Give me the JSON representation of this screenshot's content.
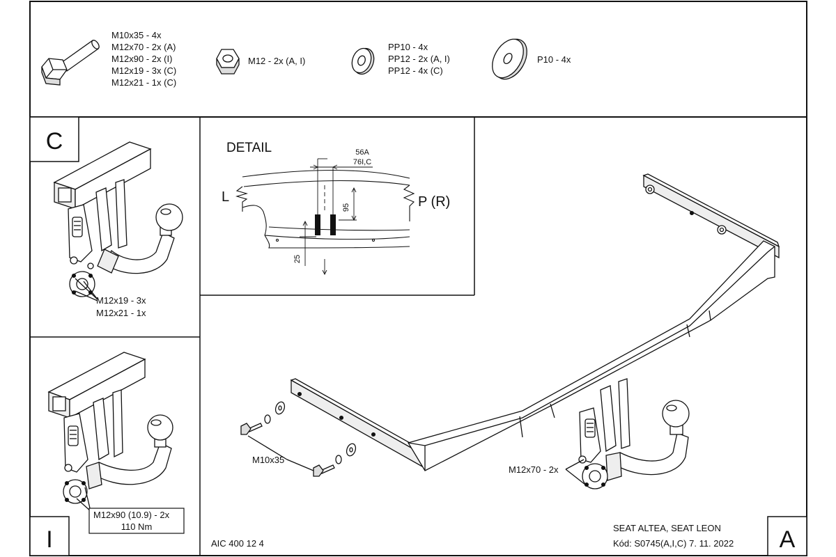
{
  "parts": {
    "bolt": [
      "M10x35 - 4x",
      "M12x70 - 2x (A)",
      "M12x90 - 2x (I)",
      "M12x19 - 3x (C)",
      "M12x21 - 1x (C)"
    ],
    "nut": "M12 - 2x (A, I)",
    "washer_small": [
      "PP10 - 4x",
      "PP12 - 2x (A, I)",
      "PP12 - 4x (C)"
    ],
    "washer_big": "P10 - 4x"
  },
  "panel_c": {
    "letter": "C",
    "labels": [
      "M12x19 - 3x",
      "M12x21 - 1x"
    ]
  },
  "panel_i": {
    "letter": "I",
    "labels": [
      "M12x90 (10.9) - 2x",
      "110 Nm"
    ]
  },
  "panel_a": {
    "letter": "A",
    "bolt_label": "M12x70 - 2x",
    "m10_label": "M10x35"
  },
  "detail": {
    "title": "DETAIL",
    "dim_56a": "56A",
    "dim_76ic": "76I,C",
    "dim_95": "95",
    "dim_25": "25",
    "left": "L",
    "right": "P (R)"
  },
  "footer": {
    "code": "AIC 400 12 4",
    "vehicle": "SEAT ALTEA, SEAT LEON",
    "kod": "Kód: S0745(A,I,C)  7. 11. 2022"
  }
}
